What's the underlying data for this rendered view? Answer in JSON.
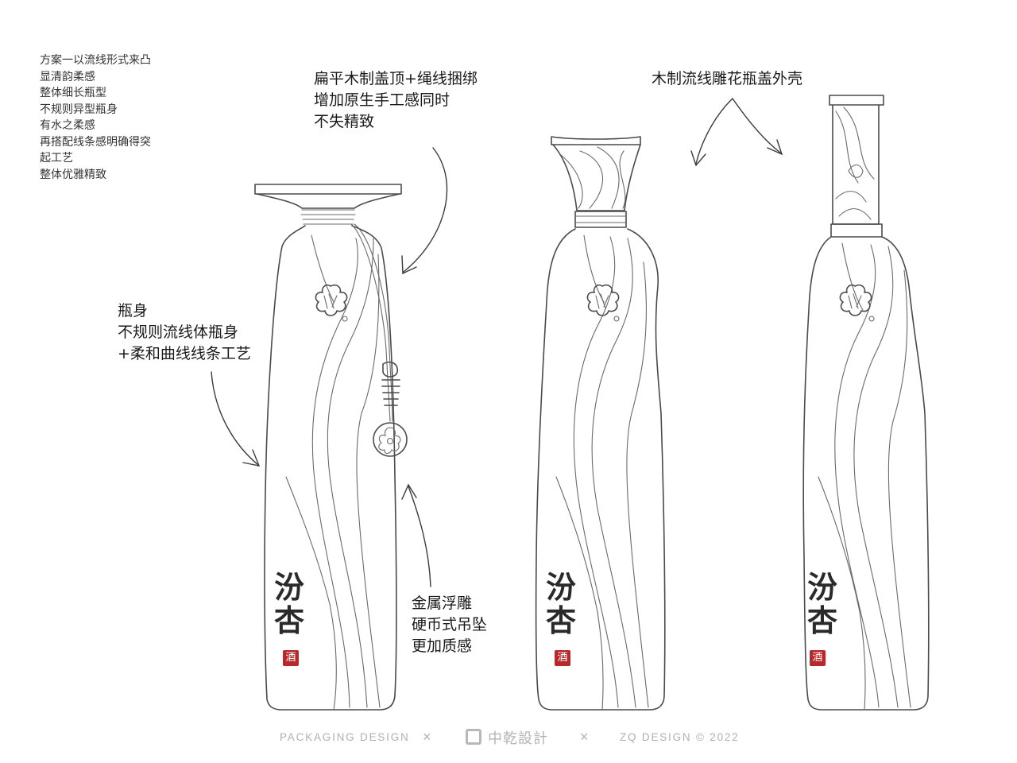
{
  "concept_notes": [
    "方案一以流线形式来凸",
    "显清韵柔感",
    "整体细长瓶型",
    "不规则异型瓶身",
    "有水之柔感",
    "再搭配线条感明确得突",
    "起工艺",
    "整体优雅精致"
  ],
  "annotations": {
    "cap": [
      "扁平木制盖顶+绳线捆绑",
      "增加原生手工感同时",
      "不失精致"
    ],
    "body": [
      "瓶身",
      "不规则流线体瓶身",
      "+柔和曲线线条工艺"
    ],
    "pendant": [
      "金属浮雕",
      "硬币式吊坠",
      "更加质感"
    ],
    "shell": [
      "木制流线雕花瓶盖外壳"
    ]
  },
  "bottle_labels": {
    "brand": "汾杏",
    "seal": "酒"
  },
  "footer": {
    "left": "PACKAGING DESIGN",
    "separator": "×",
    "logo": "中乾設計",
    "right": "ZQ DESIGN © 2022"
  },
  "colors": {
    "line": "#4a4a4a",
    "seal": "#b8292b",
    "footer_text": "#b0b0b0"
  }
}
